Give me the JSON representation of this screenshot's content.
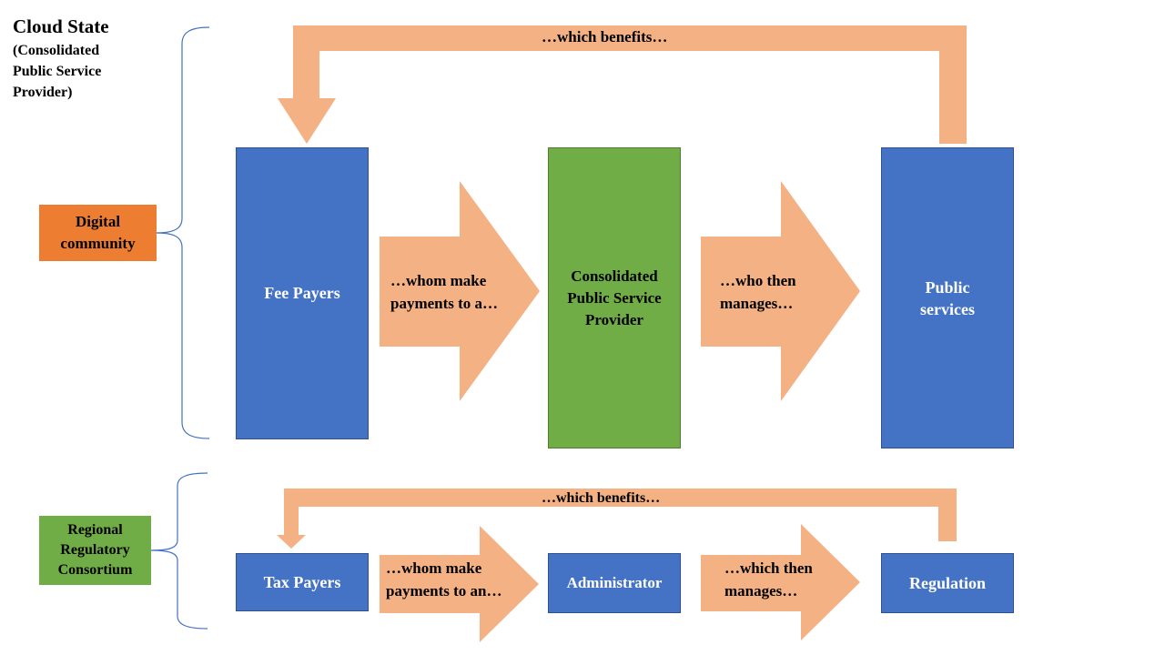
{
  "title": "Cloud State",
  "subtitle": "(Consolidated Public Service Provider)",
  "colors": {
    "blue_box": "#4472C4",
    "green_box": "#70AD47",
    "orange_label": "#ED7D31",
    "arrow_fill": "#F4B183",
    "bracket_stroke": "#4472C4"
  },
  "top_row": {
    "side_label": "Digital community",
    "loop_label": "…which benefits…",
    "boxes": {
      "fee_payers": "Fee Payers",
      "provider": "Consolidated Public Service Provider",
      "public_services": "Public services"
    },
    "arrows": {
      "first": "…whom make payments to a…",
      "second": "…who then manages…"
    }
  },
  "bottom_row": {
    "side_label": "Regional Regulatory Consortium",
    "loop_label": "…which benefits…",
    "boxes": {
      "tax_payers": "Tax Payers",
      "administrator": "Administrator",
      "regulation": "Regulation"
    },
    "arrows": {
      "first": "…whom make payments to an…",
      "second": "…which then manages…"
    }
  }
}
